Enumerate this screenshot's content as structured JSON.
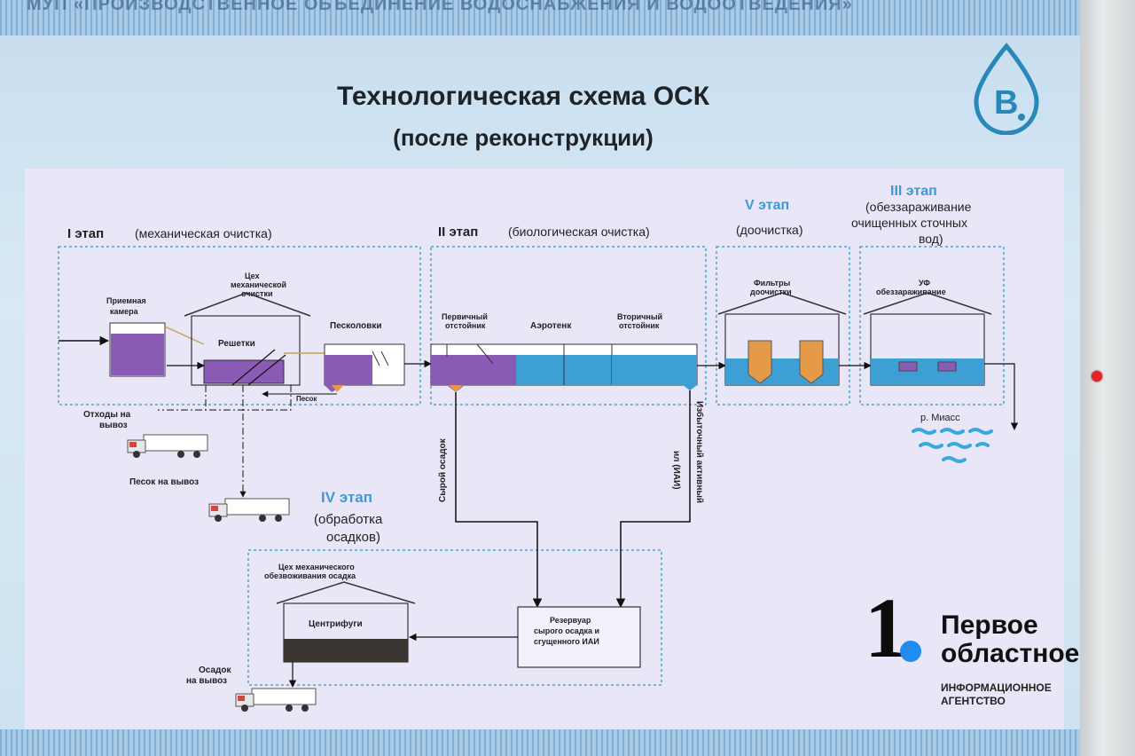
{
  "header": {
    "banner_text": "МУП «ПРОИЗВОДСТВЕННОЕ ОБЪЕДИНЕНИЕ ВОДОСНАБЖЕНИЯ И ВОДООТВЕДЕНИЯ»",
    "title": "Технологическая схема ОСК",
    "subtitle": "(после реконструкции)"
  },
  "stages": {
    "s1": {
      "num": "I этап",
      "desc": "(механическая очистка)"
    },
    "s2": {
      "num": "II этап",
      "desc": "(биологическая очистка)"
    },
    "s5": {
      "num": "V этап",
      "desc": "(доочистка)"
    },
    "s3": {
      "num": "III этап",
      "desc1": "(обеззараживание",
      "desc2": "очищенных сточных",
      "desc3": "вод)"
    },
    "s4": {
      "num": "IV этап",
      "desc1": "(обработка",
      "desc2": "осадков)"
    }
  },
  "units": {
    "priemnaya_1": "Приемная",
    "priemnaya_2": "камера",
    "ceh_1": "Цех",
    "ceh_2": "механической",
    "ceh_3": "очистки",
    "reshetki": "Решетки",
    "peskolovki": "Песколовки",
    "pesok": "Песок",
    "pervichny_1": "Первичный",
    "pervichny_2": "отстойник",
    "aerotenk": "Аэротенк",
    "vtorichny_1": "Вторичный",
    "vtorichny_2": "отстойник",
    "filtry_1": "Фильтры",
    "filtry_2": "доочистки",
    "uf_1": "УФ",
    "uf_2": "обеззараживание",
    "river": "р. Миасс",
    "othody_1": "Отходы на",
    "othody_2": "вывоз",
    "pesok_vyvoz": "Песок на вывоз",
    "syroy": "Сырой осадок",
    "izb_1": "Избыточный активный",
    "izb_2": "ил (ИАИ)",
    "ceh_obezv_1": "Цех механического",
    "ceh_obezv_2": "обезвоживания осадка",
    "centrifugi": "Центрифуги",
    "rezervuar_1": "Резервуар",
    "rezervuar_2": "сырого осадка и",
    "rezervuar_3": "сгущенного ИАИ",
    "osadok_1": "Осадок",
    "osadok_2": "на вывоз"
  },
  "brand": {
    "one": "1",
    "line1": "Первое",
    "line2": "областное",
    "tagline": "ИНФОРМАЦИОННОЕ АГЕНТСТВО"
  },
  "colors": {
    "purple": "#8a5bb5",
    "blue": "#3d9fd4",
    "orange": "#e59a4a",
    "dashed": "#4aa5c8",
    "sheet": "#e9e6f8"
  },
  "icons": [
    "water-drop-logo-icon",
    "truck-icon",
    "river-waves-icon",
    "house-roof-icon"
  ]
}
